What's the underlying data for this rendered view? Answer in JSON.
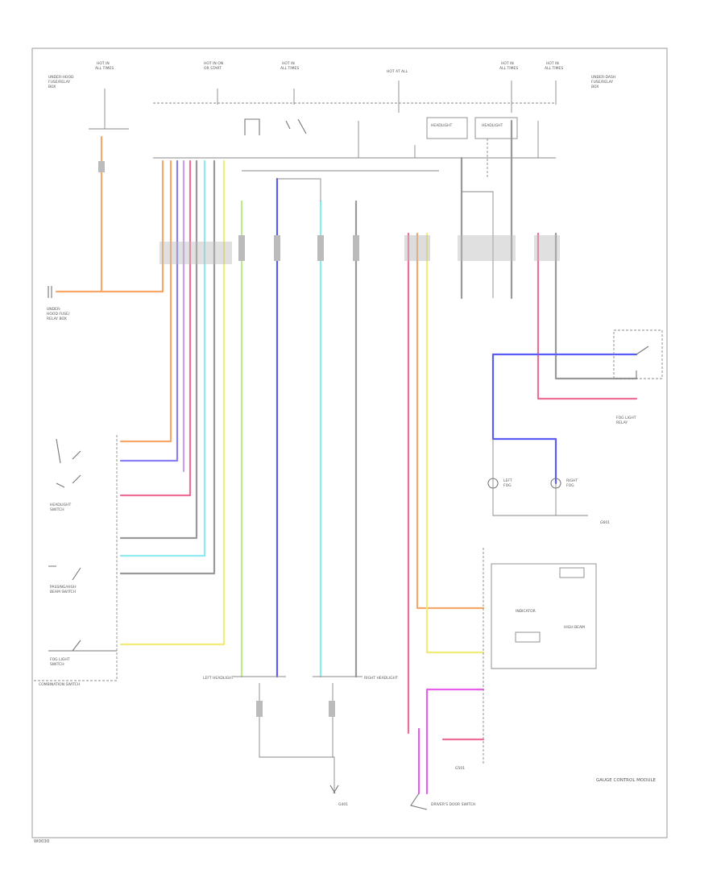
{
  "diagram": {
    "footer_code": "W0030",
    "labels": {
      "combination_switch": "COMBINATION SWITCH",
      "under_dash_fuse": "UNDER-DASH FUSE/ RELAY BOX",
      "under_hood_fuse": "UNDER-HOOD FUSE/ RELAY BOX",
      "left_headlight": "LEFT HEADLIGHT",
      "right_headlight": "RIGHT HEADLIGHT",
      "gauge_control_module": "GAUGE CONTROL MODULE",
      "driver_door_switch": "DRIVER'S DOOR SWITCH",
      "g401": "G401",
      "g501": "G501",
      "g601": "G601"
    }
  }
}
